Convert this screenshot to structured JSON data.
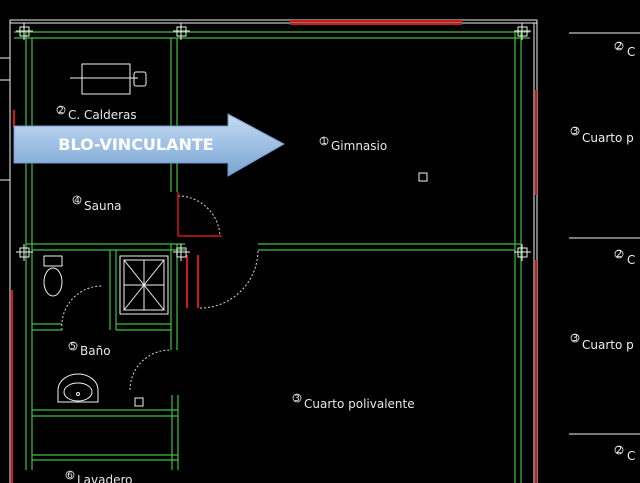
{
  "colors": {
    "background": "#000000",
    "wall_white": "#f2f2f2",
    "wall_green": "#3fbf3f",
    "accent_red": "#d01818",
    "hatch_red": "#c01010",
    "door_arc": "#d8d8d8",
    "callout_fill": "#a9c8e8",
    "callout_text": "#ffffff"
  },
  "callout": {
    "text": "BLO-VINCULANTE",
    "icon": "right-arrow-icon"
  },
  "rooms": [
    {
      "id": "calderas",
      "number": "2",
      "label": "C. Calderas"
    },
    {
      "id": "gimnasio",
      "number": "1",
      "label": "Gimnasio"
    },
    {
      "id": "sauna",
      "number": "4",
      "label": "Sauna"
    },
    {
      "id": "bano",
      "number": "5",
      "label": "Baño"
    },
    {
      "id": "polivalente",
      "number": "3",
      "label": "Cuarto polivalente"
    },
    {
      "id": "lavadero",
      "number": "6",
      "label": "Lavadero"
    }
  ],
  "side_panel": {
    "entries": [
      {
        "number": "2",
        "text": "C"
      },
      {
        "number": "3",
        "text": "Cuarto p"
      },
      {
        "number": "2",
        "text": "C"
      },
      {
        "number": "3",
        "text": "Cuarto p"
      },
      {
        "number": "2",
        "text": "C"
      }
    ]
  }
}
